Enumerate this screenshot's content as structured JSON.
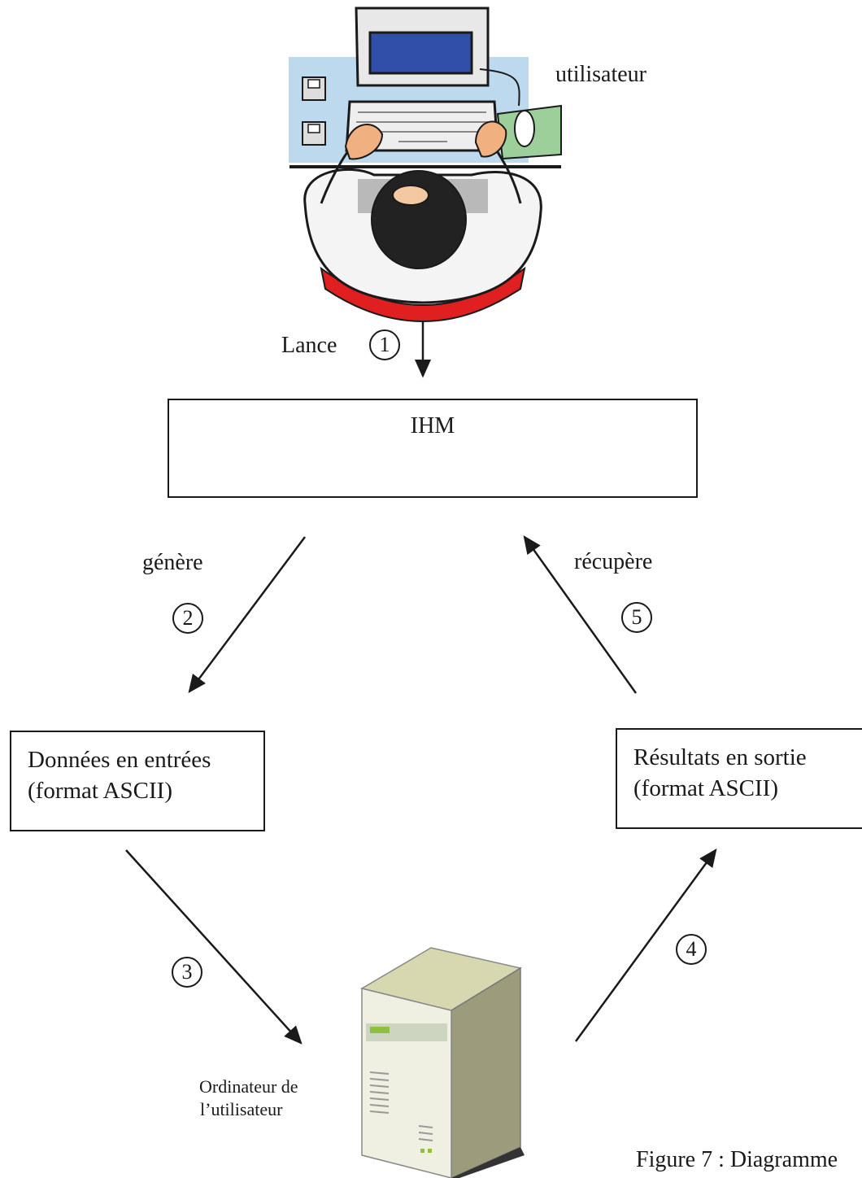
{
  "user": {
    "label": "utilisateur",
    "icon": "user-at-computer-icon"
  },
  "ihm": {
    "title": "IHM"
  },
  "input_data": {
    "line1": "Données en entrées",
    "line2": "(format ASCII)"
  },
  "output_data": {
    "line1": "Résultats en sortie",
    "line2": "(format ASCII)"
  },
  "computer": {
    "line1": "Ordinateur de",
    "line2": "l’utilisateur",
    "icon": "desktop-tower-icon"
  },
  "steps": [
    {
      "number": "1",
      "label": "Lance"
    },
    {
      "number": "2",
      "label": "génère"
    },
    {
      "number": "3",
      "label": ""
    },
    {
      "number": "4",
      "label": ""
    },
    {
      "number": "5",
      "label": "récupère"
    }
  ],
  "caption": "Figure 7 : Diagramme",
  "colors": {
    "screen": "#2f4fa8",
    "chair": "#e02020",
    "mouse_pad": "#9ccf9a",
    "desk_shadow": "#b9d7ee",
    "tower_top": "#d8d8b0",
    "tower_led": "#8fbf3f"
  }
}
